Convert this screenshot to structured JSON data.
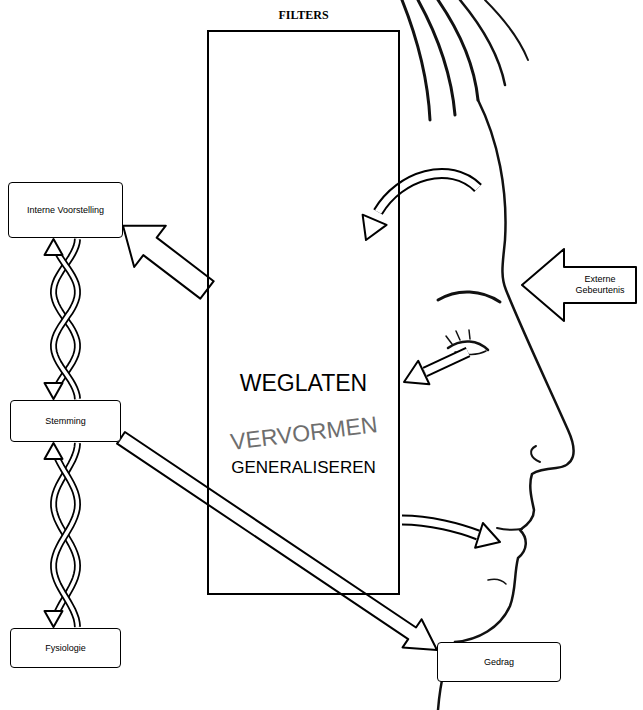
{
  "diagram": {
    "nodes": [
      {
        "text": [
          "FILTERS",
          "WEGLATEN",
          "VERVORMEN",
          "GENERALISEREN"
        ]
      },
      {
        "text": [
          "Interne Voorstelling"
        ]
      },
      {
        "text": [
          "Externe Gebeurtenis"
        ]
      },
      {
        "text": [
          "Stemming"
        ]
      },
      {
        "text": [
          "Fysiologie"
        ]
      },
      {
        "text": [
          "Gedrag"
        ]
      }
    ],
    "edges": [
      {
        "from": 0,
        "to": 1,
        "arrow": "to"
      },
      {
        "from": 1,
        "to": 3,
        "arrow": "both"
      },
      {
        "from": 3,
        "to": 4,
        "arrow": "both"
      },
      {
        "from": 3,
        "to": 5,
        "arrow": "to"
      }
    ]
  }
}
